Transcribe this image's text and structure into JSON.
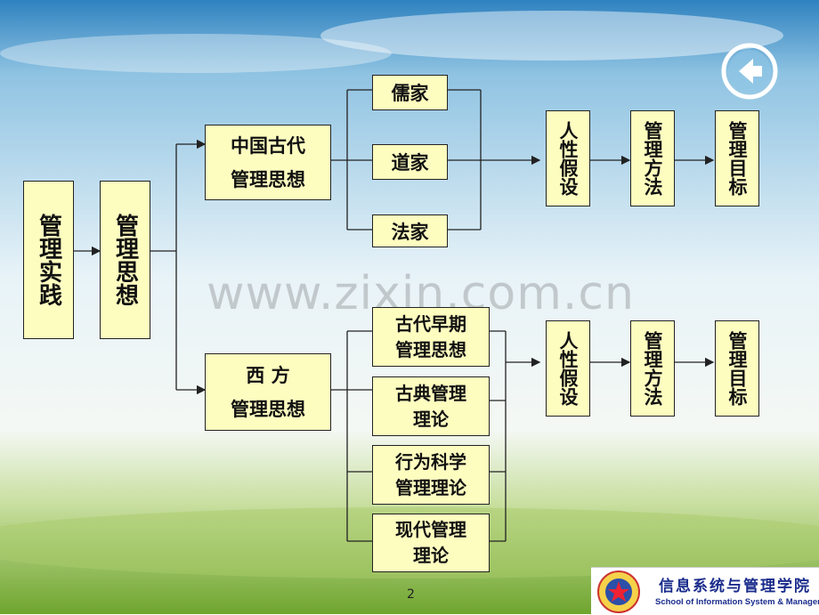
{
  "colors": {
    "box_fill": "#fefdc0",
    "box_border": "#222222",
    "sky_top": "#2f82c0",
    "grass": "#7fb33a",
    "logo_text": "#1a2c8c"
  },
  "root": {
    "label": "管理实践"
  },
  "thought": {
    "label": "管理思想"
  },
  "chinese": {
    "line1": "中国古代",
    "line2": "管理思想",
    "schools": [
      "儒家",
      "道家",
      "法家"
    ],
    "chain": [
      "人性假设",
      "管理方法",
      "管理目标"
    ]
  },
  "western": {
    "line1": "西 方",
    "line2": "管理思想",
    "theories": [
      {
        "line1": "古代早期",
        "line2": "管理思想"
      },
      {
        "line1": "古典管理",
        "line2": "理论"
      },
      {
        "line1": "行为科学",
        "line2": "管理理论"
      },
      {
        "line1": "现代管理",
        "line2": "理论"
      }
    ],
    "chain": [
      "人性假设",
      "管理方法",
      "管理目标"
    ]
  },
  "watermark": "www.zixin.com.cn",
  "page_number": "2",
  "back_button_icon": "back-arrow-icon",
  "logo": {
    "title": "信息系统与管理学院",
    "subtitle": "School of Information System & Management"
  }
}
